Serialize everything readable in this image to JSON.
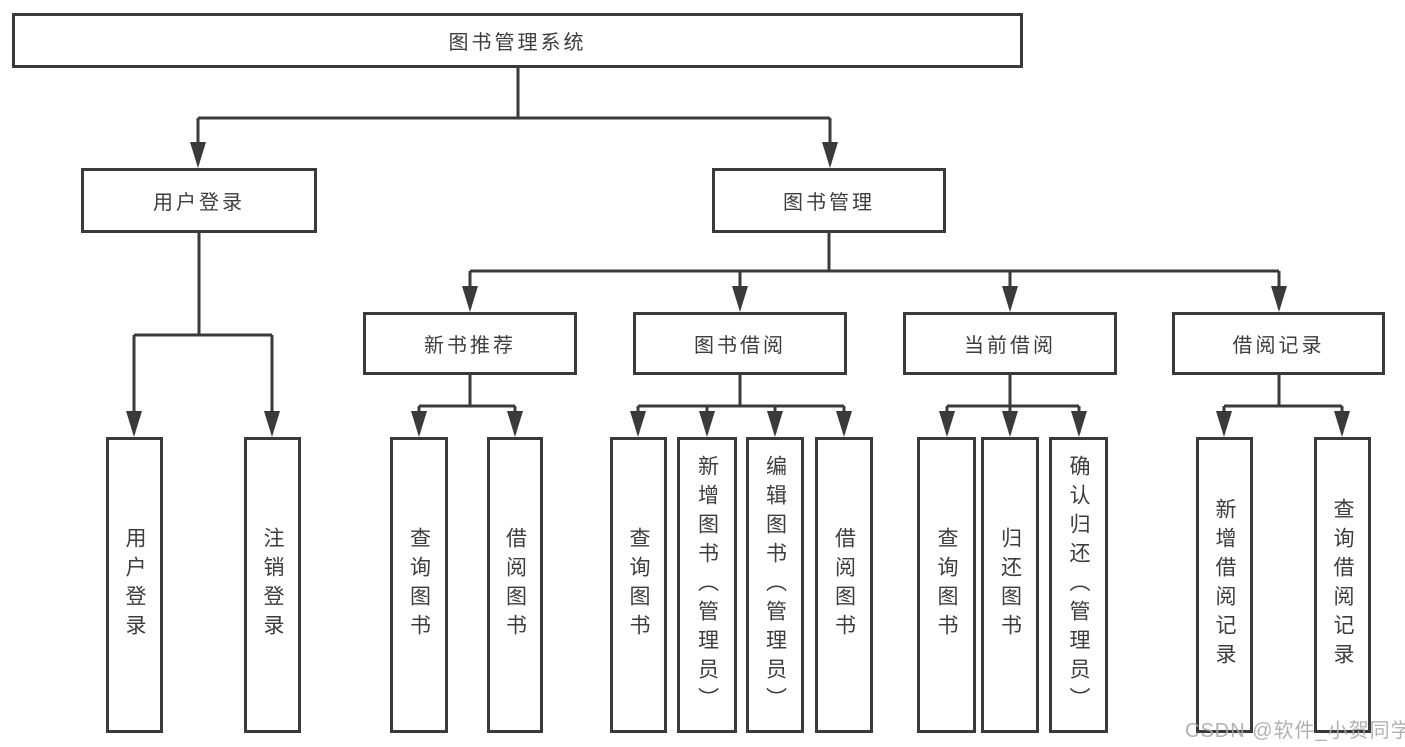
{
  "diagram": {
    "root": {
      "label": "图书管理系统",
      "children": [
        {
          "label": "用户登录",
          "children": [
            {
              "label": "用户登录"
            },
            {
              "label": "注销登录"
            }
          ]
        },
        {
          "label": "图书管理",
          "children": [
            {
              "label": "新书推荐",
              "children": [
                {
                  "label": "查询图书"
                },
                {
                  "label": "借阅图书"
                }
              ]
            },
            {
              "label": "图书借阅",
              "children": [
                {
                  "label": "查询图书"
                },
                {
                  "label": "新增图书（管理员）"
                },
                {
                  "label": "编辑图书（管理员）"
                },
                {
                  "label": "借阅图书"
                }
              ]
            },
            {
              "label": "当前借阅",
              "children": [
                {
                  "label": "查询图书"
                },
                {
                  "label": "归还图书"
                },
                {
                  "label": "确认归还（管理员）"
                }
              ]
            },
            {
              "label": "借阅记录",
              "children": [
                {
                  "label": "新增借阅记录"
                },
                {
                  "label": "查询借阅记录"
                }
              ]
            }
          ]
        }
      ]
    }
  },
  "watermark": "CSDN @软件_小贺同学",
  "colors": {
    "line": "#3a3a3a",
    "text": "#3d3d3d",
    "watermark": "#aaaaaa",
    "background": "#ffffff"
  }
}
